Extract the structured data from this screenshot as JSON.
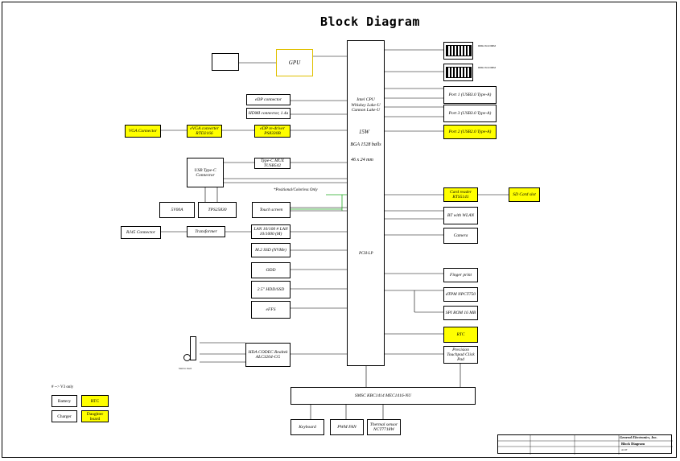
{
  "title": "Block Diagram",
  "cpu": {
    "name_line1": "Intel CPU",
    "name_line2": "Whiskey Lake-U",
    "name_line3": "Cannon Lake-U",
    "tdp": "15W",
    "package": "BGA 1528 balls",
    "dimensions": "46 x 24 mm",
    "pch": "PCH-LP"
  },
  "blocks": {
    "gpu": "GPU",
    "edp": "eDP connector",
    "hdmi": "HDMI connector, 1.4a",
    "vga_conn": "VGA Connector",
    "vga_conv": "eVGA converter RTD2166",
    "dp_redriver": "eDP re-driver PS8330B",
    "usbc_conn": "USB Type-C Connector",
    "typec_mux": "Type-C MUX TUSB542",
    "touch": "Touch screen",
    "touch_note": "*Positional/Colorless Only",
    "tps1": "5V00A",
    "tps2": "TPS25830",
    "rj45": "RJ45 Connector",
    "transformer": "Transformer",
    "lan": "LAN 10/100 # LAN 10/1000 (M)",
    "m2ssd": "M.2 SSD (NVMe)",
    "odd": "ODD",
    "hdd": "2.5\" HDD/SSD",
    "ffs": "eFFS",
    "codec": "HDA CODEC Realtek ALC3204-CG",
    "speaker": "Stereo Jack",
    "ram1": "DDR4 SO-DIMM",
    "ram2": "DDR4 SO-DIMM",
    "usb_p1": "Port 1 (USB3.0 Type-A)",
    "usb_p3": "Port 3 (USB3.0 Type-A)",
    "usb_p2": "Port 2 (USB2.0 Type-A)",
    "cardreader": "Card reader RTS5141",
    "sdcard": "SD Card slot",
    "btwlan": "BT with WLAN",
    "camera": "Camera",
    "finger": "Finger print",
    "tpm": "dTPM NPCT750",
    "spirom": "SPI ROM 16 MB",
    "rtc": "RTC",
    "touchpad": "Precision Touchpad Click Pad",
    "ec": "SMSC KBC1414 MEC1416-NU",
    "keyboard": "Keyboard",
    "fan": "PWM FAN",
    "thermal": "Thermal sensor NCT7718W"
  },
  "legend": {
    "note": "# --> V3 only",
    "battery": "Battery",
    "rtc": "RTC",
    "charger": "Charger",
    "daughter": "Daughter board"
  },
  "titleblock": {
    "company": "General Electronics, Inc.",
    "doc": "Block Diagram",
    "size": "A4 4T"
  },
  "colors": {
    "highlight": "#ffff00",
    "page_ref": "#cc0000",
    "touch_link": "#22aa22"
  }
}
